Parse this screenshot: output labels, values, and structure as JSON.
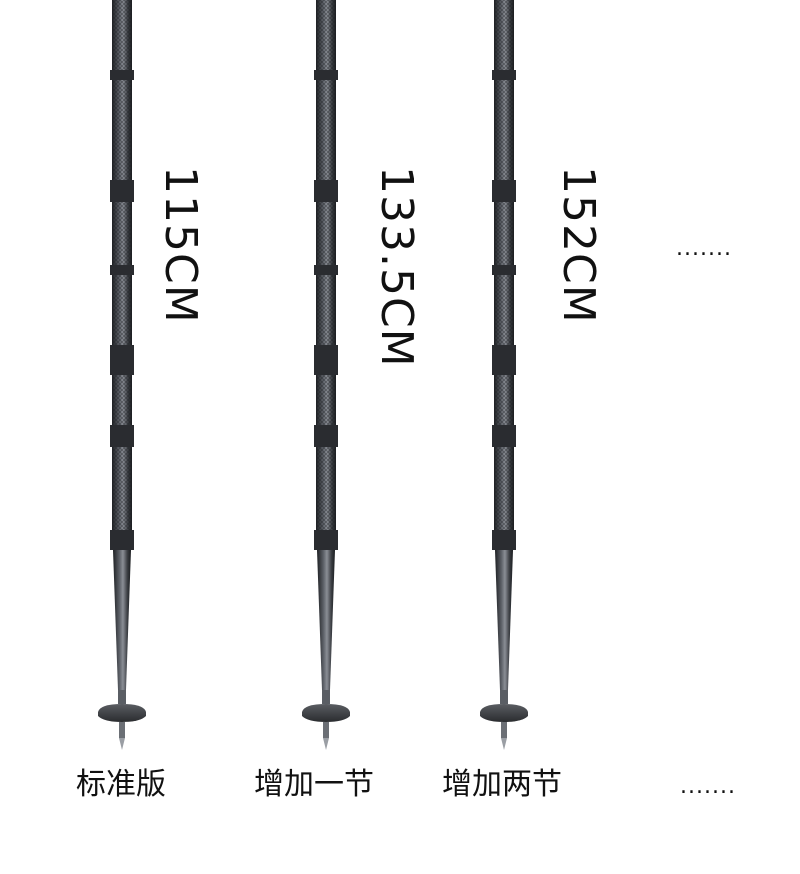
{
  "colors": {
    "background": "#ffffff",
    "pole_dark": "#2b2d30",
    "pole_mid": "#4a4d52",
    "pole_light": "#7a7e85",
    "text": "#111111"
  },
  "poles": [
    {
      "length_label": "115CM",
      "version_label": "标准版"
    },
    {
      "length_label": "133.5CM",
      "version_label": "增加一节"
    },
    {
      "length_label": "152CM",
      "version_label": "增加两节"
    }
  ],
  "more": {
    "length_ellipsis": ".......",
    "version_ellipsis": "......."
  }
}
